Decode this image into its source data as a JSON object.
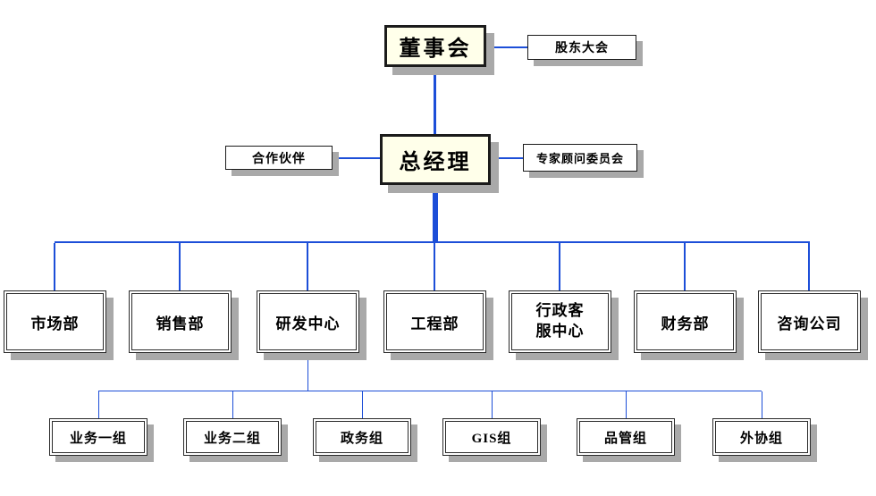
{
  "colors": {
    "connector_blue": "#1c4ed8",
    "shadow_gray": "#a9a9a9",
    "executive_box_fill": "#ffffea",
    "box_border": "#1b1b1b"
  },
  "nodes": {
    "board": "董事会",
    "shareholders_meeting": "股东大会",
    "general_manager": "总经理",
    "partners": "合作伙伴",
    "advisory_committee": "专家顾问委员会",
    "departments": [
      "市场部",
      "销售部",
      "研发中心",
      "工程部",
      "行政客服中心",
      "财务部",
      "咨询公司"
    ],
    "groups": [
      "业务一组",
      "业务二组",
      "政务组",
      "GIS组",
      "品管组",
      "外协组"
    ]
  },
  "chart_data": {
    "type": "org-chart",
    "root": "董事会",
    "edges": [
      [
        "董事会",
        "股东大会"
      ],
      [
        "董事会",
        "总经理"
      ],
      [
        "总经理",
        "合作伙伴"
      ],
      [
        "总经理",
        "专家顾问委员会"
      ],
      [
        "总经理",
        "市场部"
      ],
      [
        "总经理",
        "销售部"
      ],
      [
        "总经理",
        "研发中心"
      ],
      [
        "总经理",
        "工程部"
      ],
      [
        "总经理",
        "行政客服中心"
      ],
      [
        "总经理",
        "财务部"
      ],
      [
        "总经理",
        "咨询公司"
      ],
      [
        "研发中心",
        "业务一组"
      ],
      [
        "研发中心",
        "业务二组"
      ],
      [
        "研发中心",
        "政务组"
      ],
      [
        "研发中心",
        "GIS组"
      ],
      [
        "研发中心",
        "品管组"
      ],
      [
        "研发中心",
        "外协组"
      ]
    ]
  }
}
